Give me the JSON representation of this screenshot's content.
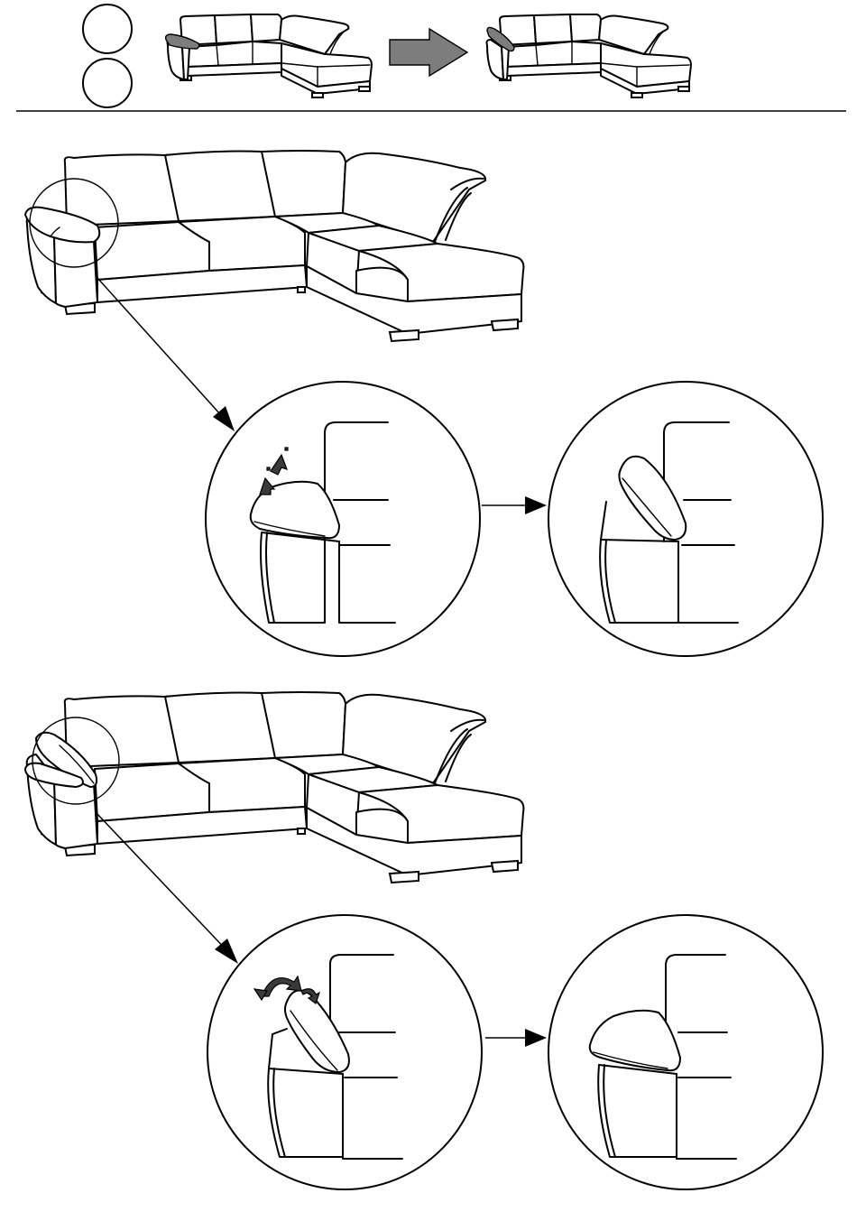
{
  "figure": {
    "header": {
      "step_markers": [
        "circle-marker",
        "circle-marker"
      ],
      "transition_arrow": "gray-right-arrow"
    },
    "panels": [
      {
        "id": "raise-headrest",
        "motion_icon": "up-arrows-icon"
      },
      {
        "id": "tilt-headrest",
        "motion_icon": "rotate-arrows-icon"
      }
    ],
    "colors": {
      "line": "#000000",
      "highlight_armrest": "#555555",
      "arrow_fill": "#7d7d7d",
      "motion_arrow": "#3a3a3a"
    }
  }
}
